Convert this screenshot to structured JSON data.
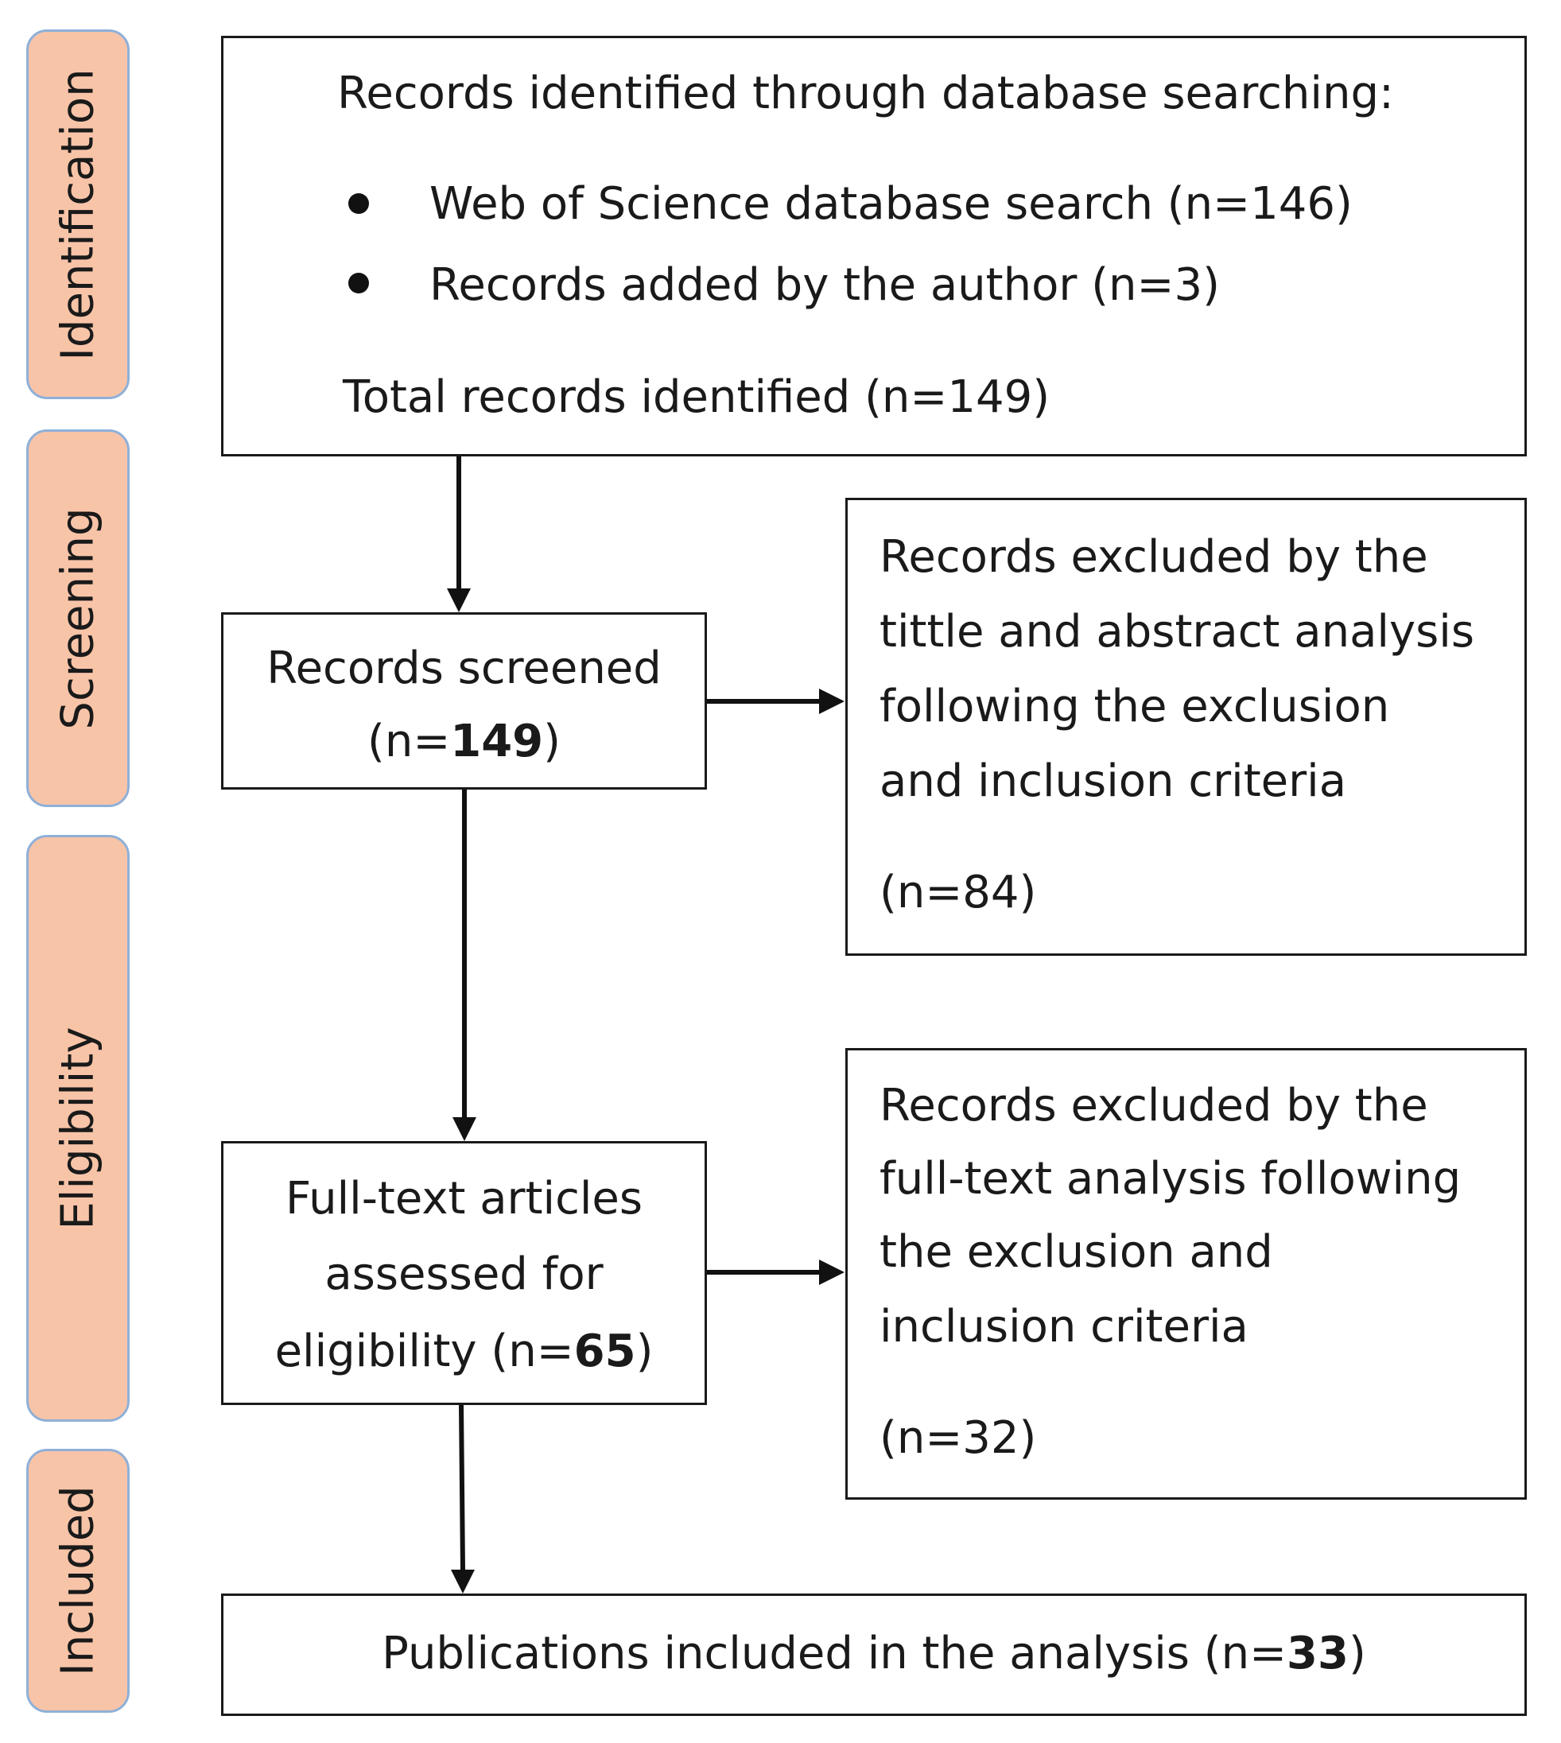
{
  "stages": {
    "identification": "Identification",
    "screening": "Screening",
    "eligibility": "Eligibility",
    "included": "Included"
  },
  "identification_box": {
    "heading": "Records identified through  database searching:",
    "bullets": [
      "Web of Science database search (n=146)",
      "Records added by the author (n=3)"
    ],
    "total": "Total records identified (n=149)"
  },
  "screened_box": {
    "line1": "Records screened",
    "line2_prefix": "(n=",
    "line2_value": "149",
    "line2_suffix": ")"
  },
  "excluded_title_box": {
    "lines": [
      "Records excluded by the",
      "tittle and abstract analysis",
      "following the exclusion",
      "and inclusion criteria"
    ],
    "count": "(n=84)"
  },
  "fulltext_box": {
    "line1": "Full-text articles",
    "line2": "assessed for",
    "line3_prefix": "eligibility (n=",
    "line3_value": "65",
    "line3_suffix": ")"
  },
  "excluded_fulltext_box": {
    "lines": [
      "Records excluded by the",
      "full-text analysis following",
      "the exclusion and",
      "inclusion criteria"
    ],
    "count": "(n=32)"
  },
  "included_box": {
    "prefix": "Publications included in the analysis (n=",
    "value": "33",
    "suffix": ")"
  }
}
